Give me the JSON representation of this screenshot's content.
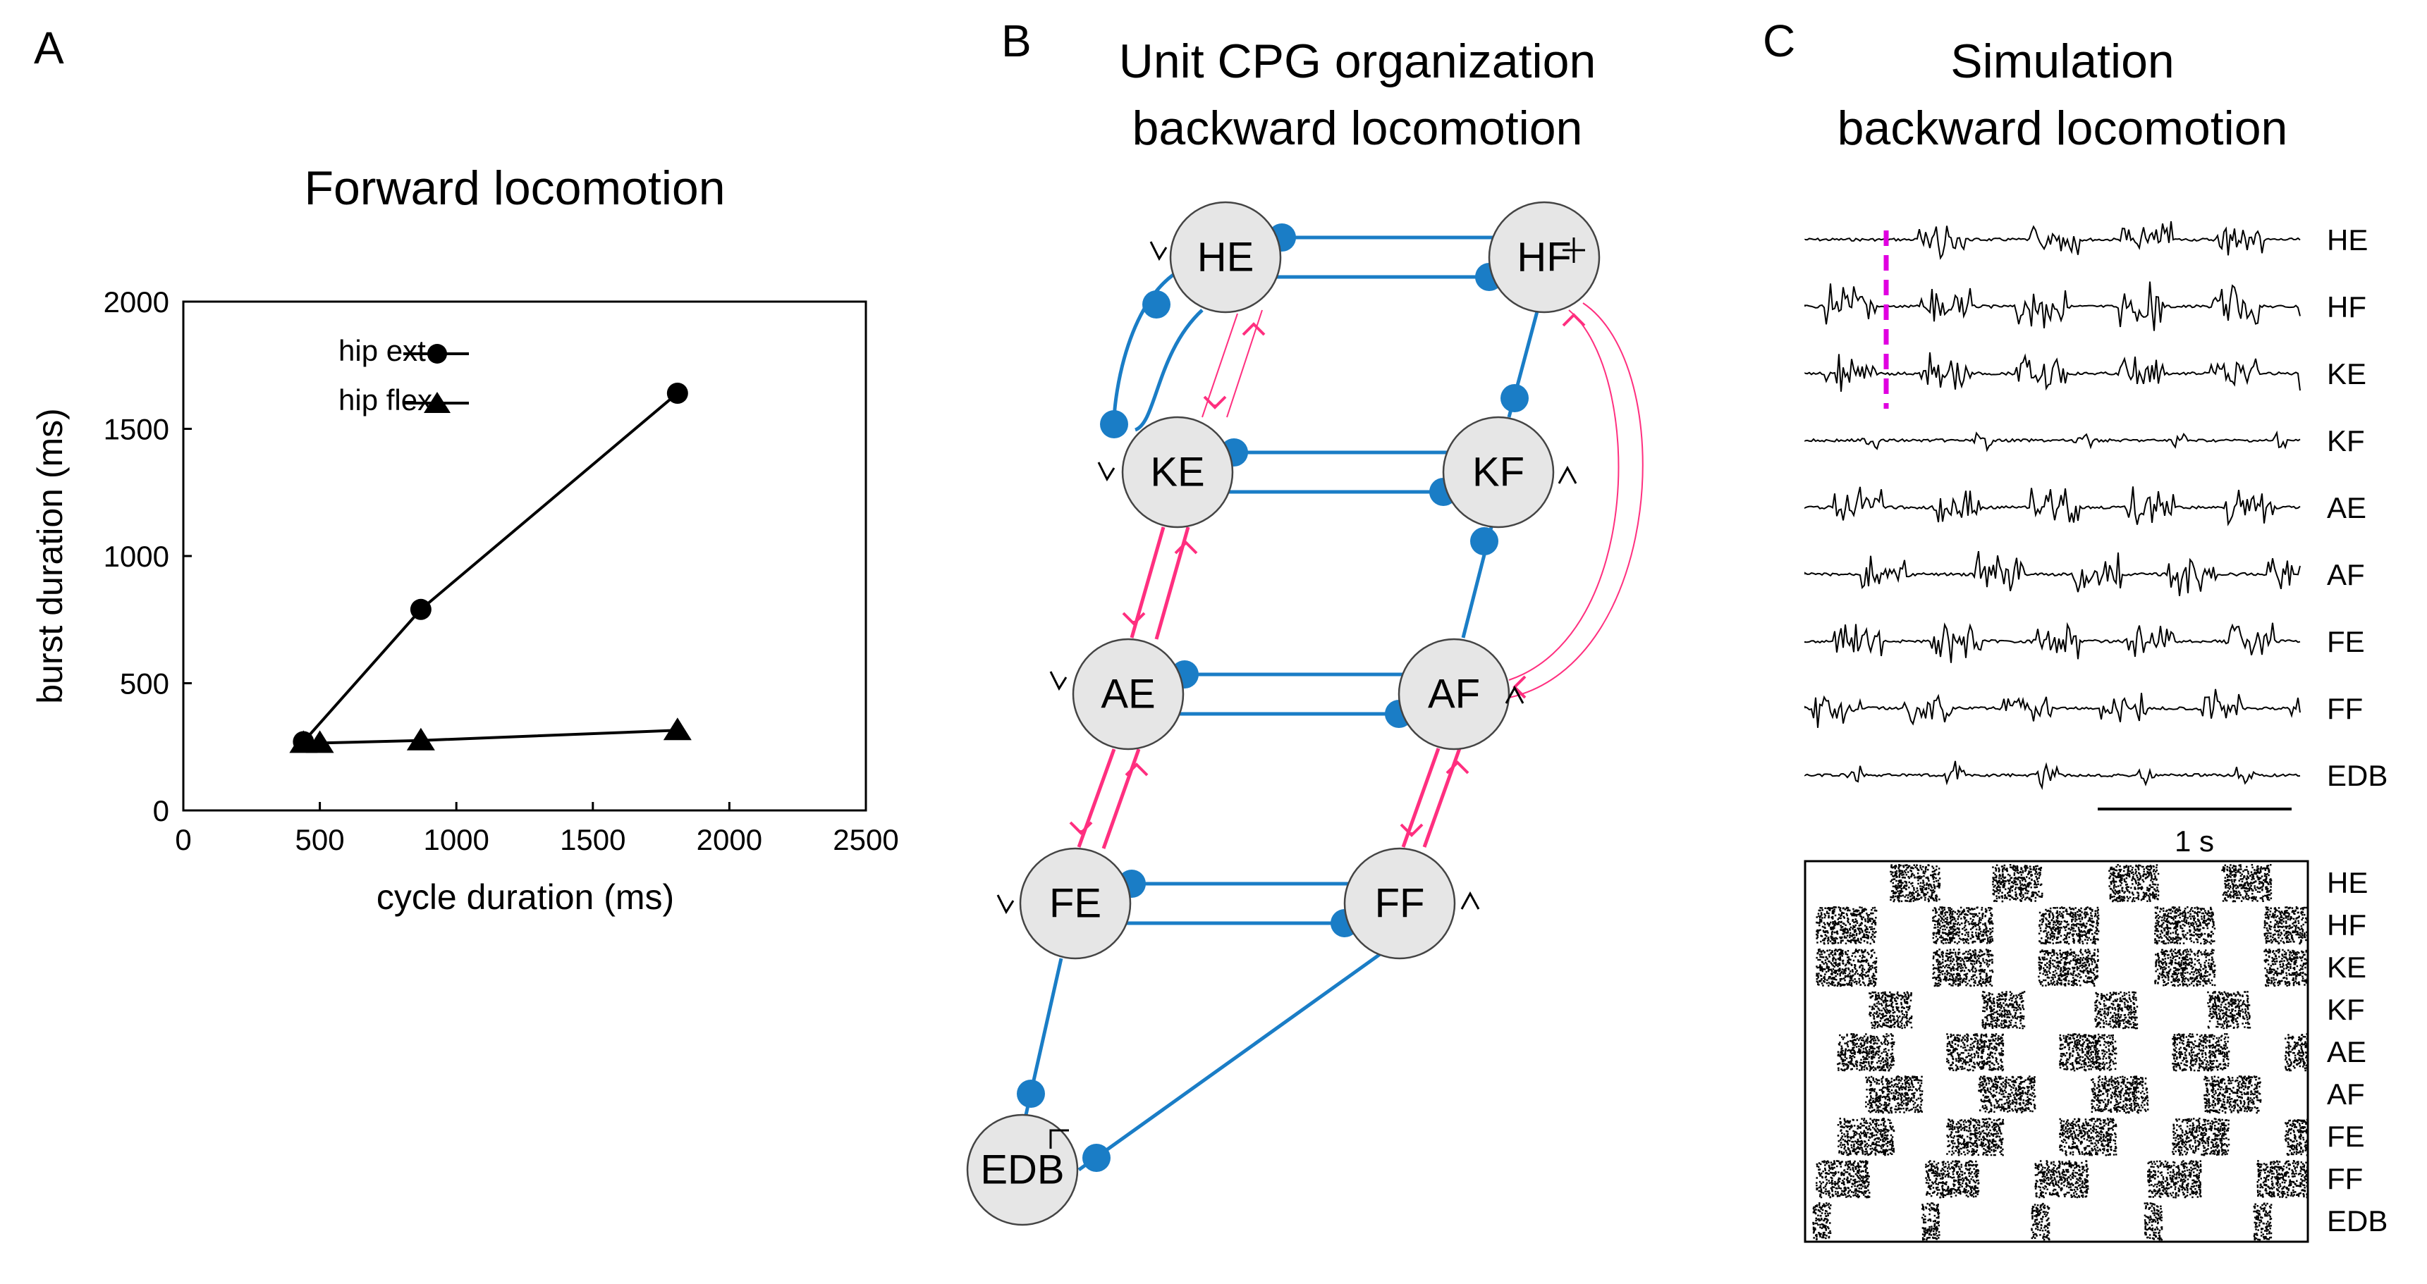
{
  "panels": {
    "a": {
      "letter": "A"
    },
    "b": {
      "letter": "B",
      "title_line1": "Unit CPG organization",
      "title_line2": "backward locomotion"
    },
    "c": {
      "letter": "C",
      "title_line1": "Simulation",
      "title_line2": "backward locomotion",
      "scale_bar_label": "1 s"
    }
  },
  "chart_data": {
    "type": "line",
    "title": "Forward locomotion",
    "xlabel": "cycle duration (ms)",
    "ylabel": "burst duration (ms)",
    "xlim": [
      0,
      2500
    ],
    "ylim": [
      0,
      2000
    ],
    "xticks": [
      0,
      500,
      1000,
      1500,
      2000,
      2500
    ],
    "yticks": [
      0,
      500,
      1000,
      1500,
      2000
    ],
    "grid": false,
    "legend_position": "top-left",
    "series": [
      {
        "name": "hip ext",
        "marker": "circle",
        "x": [
          440,
          870,
          1810
        ],
        "y": [
          270,
          790,
          1640
        ]
      },
      {
        "name": "hip flex",
        "marker": "triangle",
        "x": [
          440,
          500,
          870,
          1810
        ],
        "y": [
          265,
          265,
          275,
          315
        ]
      }
    ]
  },
  "cpg": {
    "colors": {
      "inhibitory": "#1a7dc6",
      "excitatory": "#ff2f7f",
      "node_fill": "#e6e6e6"
    },
    "nodes": [
      "HE",
      "HF",
      "KE",
      "KF",
      "AE",
      "AF",
      "FE",
      "FF",
      "EDB"
    ]
  },
  "simulation": {
    "trace_labels": [
      "HE",
      "HF",
      "KE",
      "KF",
      "AE",
      "AF",
      "FE",
      "FF",
      "EDB"
    ],
    "raster_labels": [
      "HE",
      "HF",
      "KE",
      "KF",
      "AE",
      "AF",
      "FE",
      "FF",
      "EDB"
    ],
    "marker_color": "#e000e0"
  }
}
